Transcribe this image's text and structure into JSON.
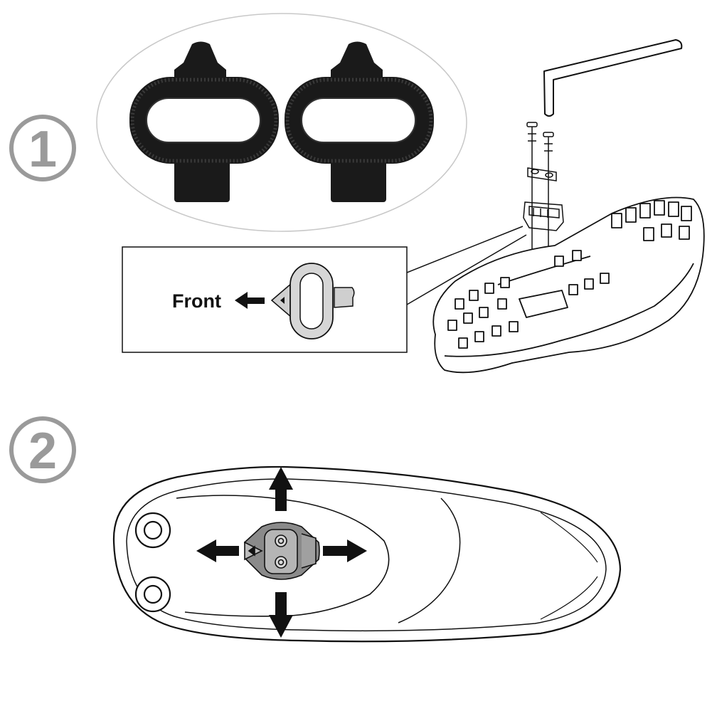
{
  "steps": [
    {
      "number": "1"
    },
    {
      "number": "2"
    }
  ],
  "callout": {
    "front_label": "Front"
  },
  "colors": {
    "ink": "#111111",
    "step_badge": "#9a9a9a",
    "cleat_body": "#1a1a1a",
    "cleat_gray": "#8a8a8a",
    "ellipse_border": "#c8c8c8"
  },
  "icons": {
    "front_arrow": "left-arrow-icon",
    "adjust_arrows": [
      "up-arrow-icon",
      "down-arrow-icon",
      "left-arrow-icon",
      "right-arrow-icon"
    ]
  }
}
